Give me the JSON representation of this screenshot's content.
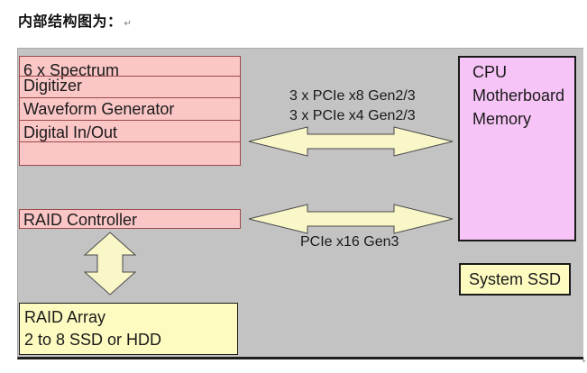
{
  "heading": {
    "text": "内部结构图为：",
    "paragraph_mark": "↵"
  },
  "modules": [
    "6 x Spectrum",
    "Digitizer",
    "Waveform Generator",
    "Digital In/Out"
  ],
  "raid_controller": "RAID Controller",
  "host": {
    "lines": [
      "CPU",
      "Motherboard",
      "Memory"
    ]
  },
  "system_ssd": "System SSD",
  "raid_array": {
    "lines": [
      "RAID Array",
      "2 to 8 SSD or HDD"
    ]
  },
  "links": {
    "upper": [
      "3 x PCIe x8 Gen2/3",
      "3 x PCIe x4 Gen2/3"
    ],
    "lower": "PCIe x16 Gen3"
  },
  "colors": {
    "panel": "#c3c3c3",
    "module_fill": "#fbc6c6",
    "host_fill": "#f6c4f6",
    "storage_fill": "#fdfbc0",
    "arrow_fill": "#f9f7c8"
  }
}
